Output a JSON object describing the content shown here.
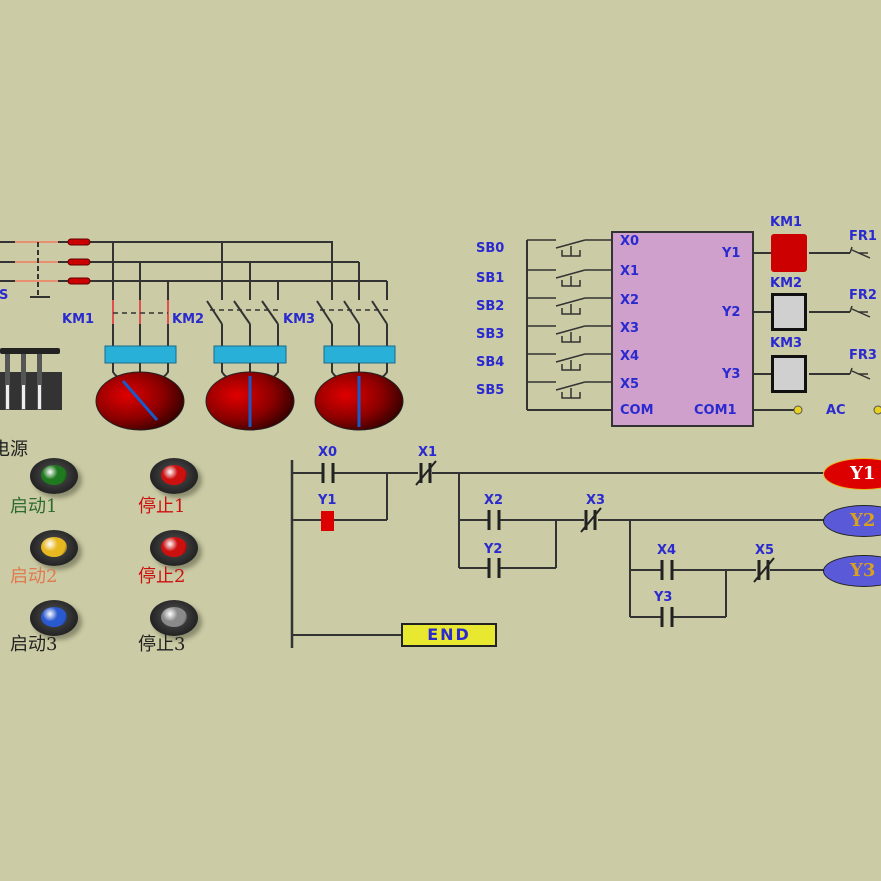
{
  "colors": {
    "background": "#cbcba5",
    "label_blue": "#2a2ad0",
    "wire": "#333333",
    "active_red": "#cc0000",
    "plc_body": "#cfa0cc",
    "end_fill": "#e8e830",
    "contactor_blue": "#29b0d8"
  },
  "power_circuit": {
    "qs_label": "QS",
    "contactors": [
      "KM1",
      "KM2",
      "KM3"
    ]
  },
  "panel": {
    "power_label": "电源",
    "buttons": [
      {
        "label": "启动1",
        "color": "#1f7a1f",
        "label_color": "#2e6b2e"
      },
      {
        "label": "停止1",
        "color": "#cc1010",
        "label_color": "#cc1010"
      },
      {
        "label": "启动2",
        "color": "#e8b820",
        "label_color": "#e07a50"
      },
      {
        "label": "停止2",
        "color": "#cc1010",
        "label_color": "#cc1010"
      },
      {
        "label": "启动3",
        "color": "#2a5ad0",
        "label_color": "#222222"
      },
      {
        "label": "停止3",
        "color": "#8a8a8a",
        "label_color": "#222222"
      }
    ]
  },
  "plc": {
    "switches": [
      "SB0",
      "SB1",
      "SB2",
      "SB3",
      "SB4",
      "SB5"
    ],
    "inputs": [
      "X0",
      "X1",
      "X2",
      "X3",
      "X4",
      "X5",
      "COM"
    ],
    "outputs": [
      "Y1",
      "Y2",
      "Y3",
      "COM1"
    ],
    "coils": [
      {
        "label": "KM1",
        "active": true
      },
      {
        "label": "KM2",
        "active": false
      },
      {
        "label": "KM3",
        "active": false
      }
    ],
    "overloads": [
      "FR1",
      "FR2",
      "FR3"
    ],
    "ac_label": "AC"
  },
  "ladder": {
    "rung1": {
      "no_contact": "X0",
      "seal_contact": "Y1",
      "nc_contact": "X1"
    },
    "rung2": {
      "no_contact": "X2",
      "seal_contact": "Y2",
      "nc_contact": "X3"
    },
    "rung3": {
      "no_contact": "X4",
      "seal_contact": "Y3",
      "nc_contact": "X5"
    },
    "end_label": "END",
    "output_lamps": [
      {
        "label": "Y1",
        "active": true
      },
      {
        "label": "Y2",
        "active": false
      },
      {
        "label": "Y3",
        "active": false
      }
    ]
  }
}
